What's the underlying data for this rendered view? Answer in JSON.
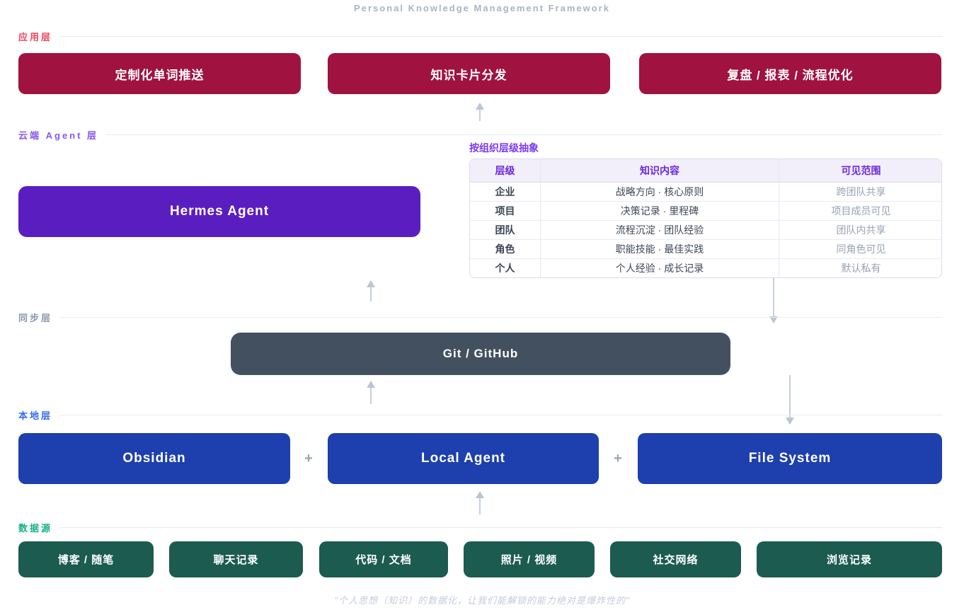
{
  "title": "Personal Knowledge Management Framework",
  "quote": "\"个人思想（知识）的数据化，让我们能解锁的能力绝对是爆炸性的\"",
  "layers": {
    "application": {
      "label": "应用层",
      "label_color": "#e9485f",
      "box_color": "#a01240",
      "boxes": [
        "定制化单词推送",
        "知识卡片分发",
        "复盘 / 报表 / 流程优化"
      ]
    },
    "cloud_agent": {
      "label": "云端 Agent 层",
      "label_color": "#8757ee",
      "box_color": "#5a1ec0",
      "agent_box": "Hermes Agent"
    },
    "sync": {
      "label": "同步层",
      "label_color": "#8a99ad",
      "box_color": "#43505f",
      "box": "Git / GitHub"
    },
    "local": {
      "label": "本地层",
      "label_color": "#2e6ceb",
      "box_color": "#1e3fae",
      "separator": "+",
      "boxes": [
        "Obsidian",
        "Local Agent",
        "File System"
      ]
    },
    "data_source": {
      "label": "数据源",
      "label_color": "#13b284",
      "box_color": "#1c5b50",
      "boxes": [
        "博客 / 随笔",
        "聊天记录",
        "代码 / 文档",
        "照片 / 视频",
        "社交网络",
        "浏览记录"
      ]
    }
  },
  "table": {
    "title": "按组织层级抽象",
    "header_color": "#6d28d9",
    "headers": [
      "层级",
      "知识内容",
      "可见范围"
    ],
    "rows": [
      [
        "企业",
        "战略方向 · 核心原则",
        "跨团队共享"
      ],
      [
        "项目",
        "决策记录 · 里程碑",
        "项目成员可见"
      ],
      [
        "团队",
        "流程沉淀 · 团队经验",
        "团队内共享"
      ],
      [
        "角色",
        "职能技能 · 最佳实践",
        "同角色可见"
      ],
      [
        "个人",
        "个人经验 · 成长记录",
        "默认私有"
      ]
    ]
  }
}
